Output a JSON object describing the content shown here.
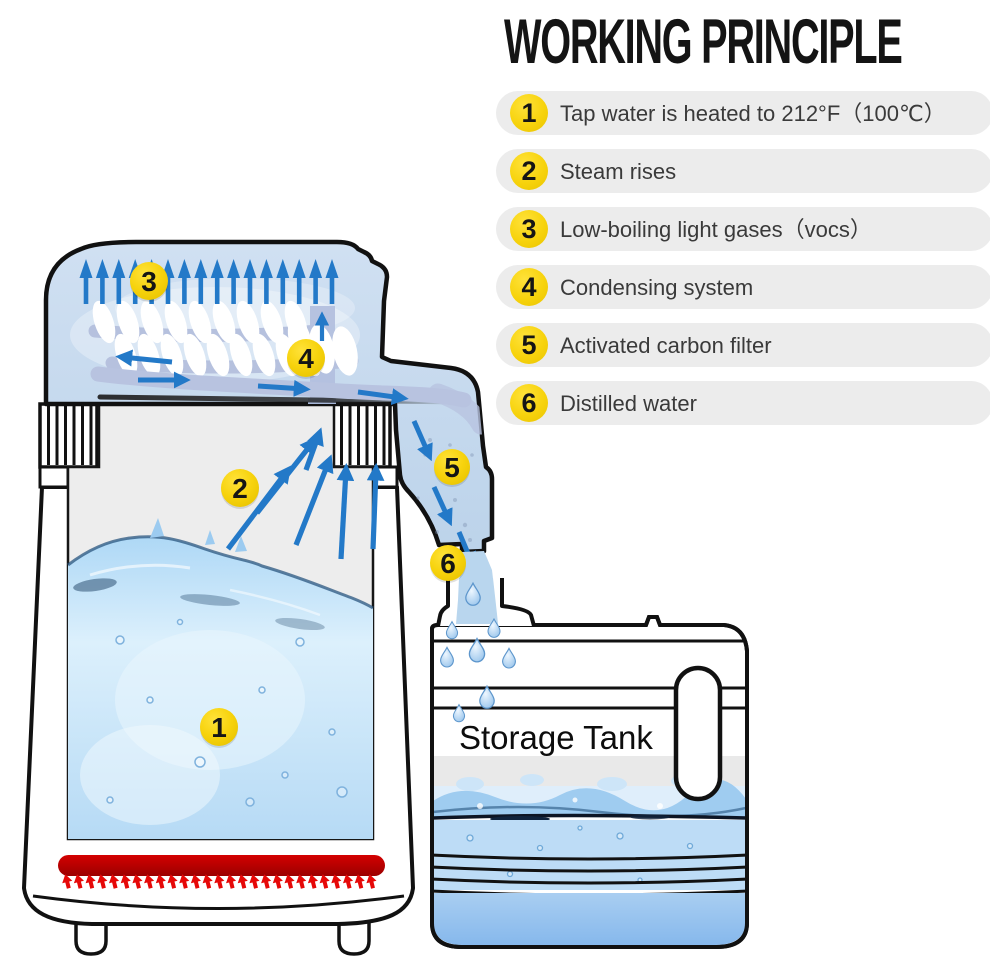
{
  "title": "WORKING PRINCIPLE",
  "legend": {
    "items": [
      {
        "num": "1",
        "text": "Tap water is heated to 212°F（100℃）"
      },
      {
        "num": "2",
        "text": "Steam rises"
      },
      {
        "num": "3",
        "text": "Low-boiling light gases（vocs）"
      },
      {
        "num": "4",
        "text": "Condensing system"
      },
      {
        "num": "5",
        "text": "Activated carbon filter"
      },
      {
        "num": "6",
        "text": "Distilled water"
      }
    ]
  },
  "diagram": {
    "badges": {
      "b1": "1",
      "b2": "2",
      "b3": "3",
      "b4": "4",
      "b5": "5",
      "b6": "6"
    },
    "storage_tank_label": "Storage Tank"
  },
  "colors": {
    "badge_yellow": "#f6d10a",
    "arrow_blue": "#2379c8",
    "head_blue": "#c5d9ed",
    "coil_lavender": "#b7c2e0",
    "heater_red": "#bf0000",
    "heater_arrow_red": "#e60808",
    "pill_gray": "#ececec",
    "tank_water_blue": "#93c1ee",
    "text_dark": "#3a3a3a"
  }
}
